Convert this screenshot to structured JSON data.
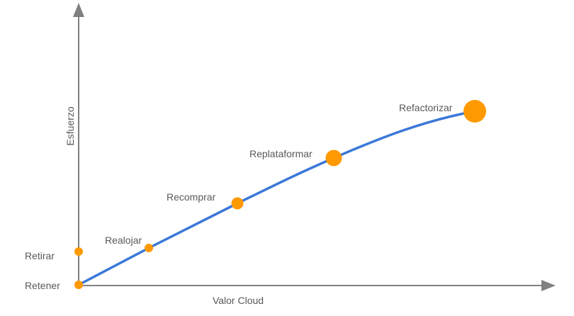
{
  "diagram": {
    "x_axis_label": "Valor Cloud",
    "y_axis_label": "Esfuerzo",
    "colors": {
      "curve": "#3a78d8",
      "point": "#ff9900",
      "axis": "#808080"
    },
    "points": [
      {
        "label": "Retener"
      },
      {
        "label": "Retirar"
      },
      {
        "label": "Realojar"
      },
      {
        "label": "Recomprar"
      },
      {
        "label": "Replataformar"
      },
      {
        "label": "Refactorizar"
      }
    ]
  }
}
